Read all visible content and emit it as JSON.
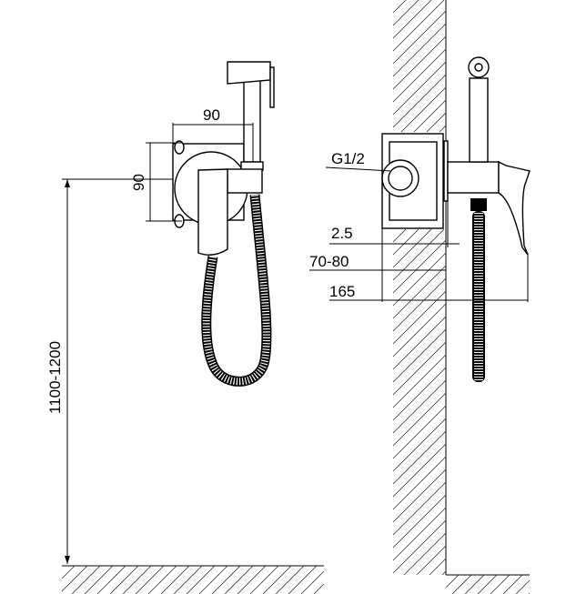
{
  "labels": {
    "front_width": "90",
    "front_height": "90",
    "install_height": "1100-1200",
    "thread": "G1/2",
    "plate_thickness": "2.5",
    "box_depth": "70-80",
    "total_depth": "165"
  },
  "colors": {
    "line": "#000000",
    "background": "#ffffff"
  }
}
